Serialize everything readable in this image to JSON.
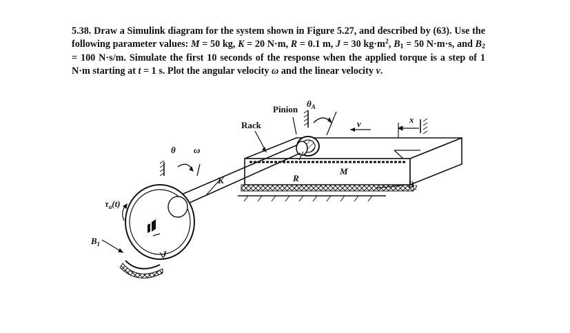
{
  "problem": {
    "number": "5.38.",
    "t1": " Draw a Simulink diagram for the system shown in Figure 5.27, and described by (63). Use the following parameter values: ",
    "M_sym": "M",
    "M_val": " = 50 kg, ",
    "K_sym": "K",
    "K_val": " = 20 N·m, ",
    "R_sym": "R",
    "R_val": " = 0.1 m, ",
    "J_sym": "J",
    "J_val": " = 30 kg·m",
    "J_exp": "2",
    "sep": ", ",
    "B1_sym": "B",
    "B1_sub": "1",
    "B1_val": " = 50 N·m·s, and ",
    "B2_sym": "B",
    "B2_sub": "2",
    "B2_val": " = 100 N·s/m. Simulate the first 10 seconds of the response when the applied torque is a step of 1 N·m starting at ",
    "t_sym": "t",
    "t_val": " = 1 s. Plot the angular velocity ",
    "omega_sym": "ω",
    "t3": " and the linear velocity ",
    "v_sym": "v",
    "end": "."
  },
  "figure": {
    "pinion": "Pinion",
    "theta_A": "θ",
    "theta_A_sub": "A",
    "rack": "Rack",
    "v": "v",
    "x": "x",
    "theta": "θ",
    "omega": "ω",
    "K": "K",
    "R": "R",
    "M": "M",
    "B2": "B",
    "B2_sub": "2",
    "tau": "τ",
    "tau_sub": "a",
    "tau_arg": "(t)",
    "B1": "B",
    "B1_sub": "1",
    "J": "J"
  }
}
